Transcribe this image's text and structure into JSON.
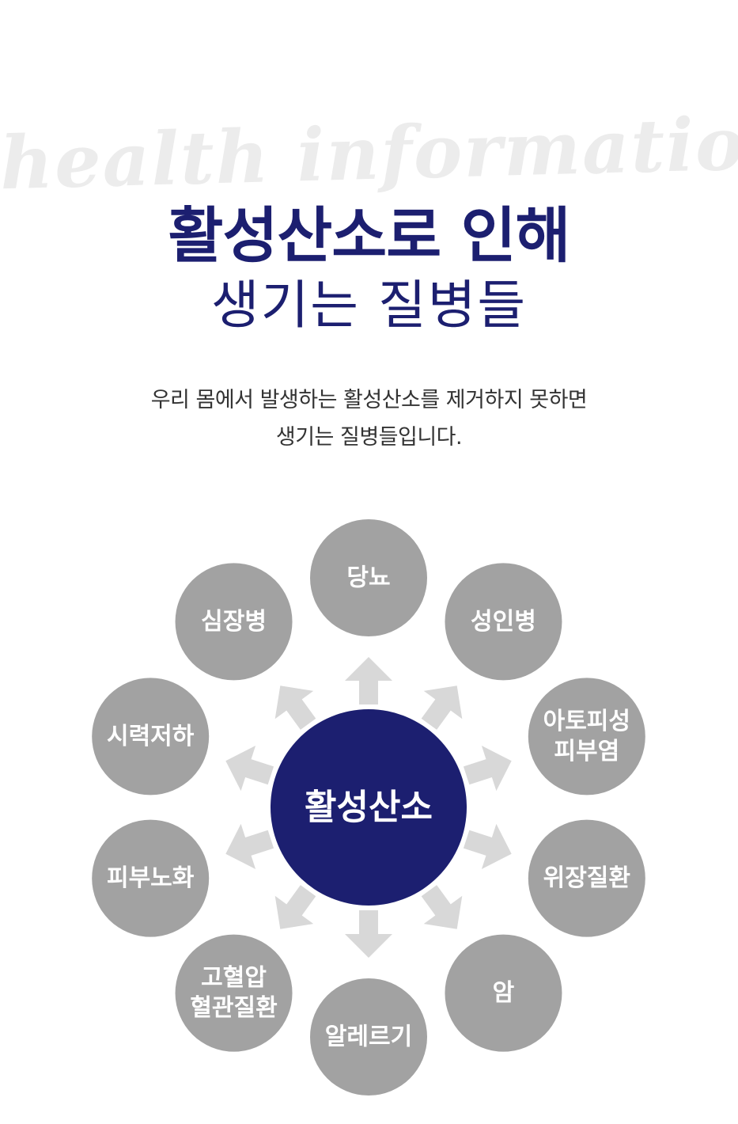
{
  "header": {
    "watermark": "health information",
    "title_line1": "활성산소로 인해",
    "title_line2": "생기는 질병들"
  },
  "description": {
    "line1": "우리 몸에서 발생하는 활성산소를 제거하지 못하면",
    "line2": "생기는 질병들입니다."
  },
  "diagram": {
    "center": {
      "name": "free-radicals",
      "label": [
        "활성산소"
      ]
    },
    "nodes": [
      {
        "name": "diabetes",
        "label": [
          "당뇨"
        ]
      },
      {
        "name": "adult-disease",
        "label": [
          "성인병"
        ]
      },
      {
        "name": "atopic-dermatitis",
        "label": [
          "아토피성",
          "피부염"
        ]
      },
      {
        "name": "gastrointestinal-disease",
        "label": [
          "위장질환"
        ]
      },
      {
        "name": "cancer",
        "label": [
          "암"
        ]
      },
      {
        "name": "allergy",
        "label": [
          "알레르기"
        ]
      },
      {
        "name": "hypertension-vascular-disease",
        "label": [
          "고혈압",
          "혈관질환"
        ]
      },
      {
        "name": "skin-aging",
        "label": [
          "피부노화"
        ]
      },
      {
        "name": "vision-loss",
        "label": [
          "시력저하"
        ]
      },
      {
        "name": "heart-disease",
        "label": [
          "심장병"
        ]
      }
    ],
    "colors": {
      "center_fill": "#1c1f70",
      "node_fill": "#a2a2a2",
      "arrow_fill": "#d8d8d8"
    }
  }
}
